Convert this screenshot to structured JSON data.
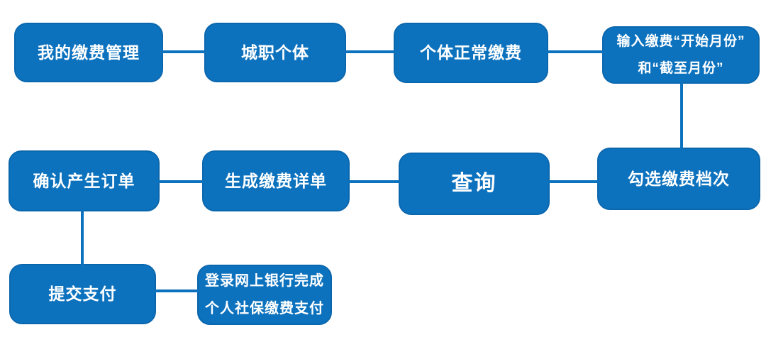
{
  "diagram": {
    "type": "flowchart",
    "description_topic": "个人社保缴费操作流程",
    "colors": {
      "node_fill": "#0d72be",
      "node_border": "#0b67ad",
      "connector": "#0d72be",
      "node_text": "#ffffff",
      "background": "#ffffff"
    },
    "nodes": [
      {
        "id": "my-payment-management",
        "label": "我的缴费管理"
      },
      {
        "id": "urban-employee-individual",
        "label": "城职个体"
      },
      {
        "id": "individual-normal-payment",
        "label": "个体正常缴费"
      },
      {
        "id": "input-payment-months",
        "lines": [
          "输入缴费“开始月份”",
          "和“截至月份”"
        ]
      },
      {
        "id": "check-payment-tier",
        "label": "勾选缴费档次"
      },
      {
        "id": "query",
        "label": "查询"
      },
      {
        "id": "generate-payment-detail",
        "label": "生成缴费详单"
      },
      {
        "id": "confirm-generate-order",
        "label": "确认产生订单"
      },
      {
        "id": "submit-payment",
        "label": "提交支付"
      },
      {
        "id": "online-banking-payment",
        "lines": [
          "登录网上银行完成",
          "个人社保缴费支付"
        ]
      }
    ],
    "edges": [
      {
        "from": "my-payment-management",
        "to": "urban-employee-individual",
        "style": "plain-line"
      },
      {
        "from": "urban-employee-individual",
        "to": "individual-normal-payment",
        "style": "plain-line"
      },
      {
        "from": "individual-normal-payment",
        "to": "input-payment-months",
        "style": "plain-line"
      },
      {
        "from": "input-payment-months",
        "to": "check-payment-tier",
        "style": "plain-line"
      },
      {
        "from": "check-payment-tier",
        "to": "query",
        "style": "plain-line"
      },
      {
        "from": "query",
        "to": "generate-payment-detail",
        "style": "plain-line"
      },
      {
        "from": "generate-payment-detail",
        "to": "confirm-generate-order",
        "style": "plain-line"
      },
      {
        "from": "confirm-generate-order",
        "to": "submit-payment",
        "style": "plain-line"
      },
      {
        "from": "submit-payment",
        "to": "online-banking-payment",
        "style": "plain-line"
      }
    ]
  }
}
